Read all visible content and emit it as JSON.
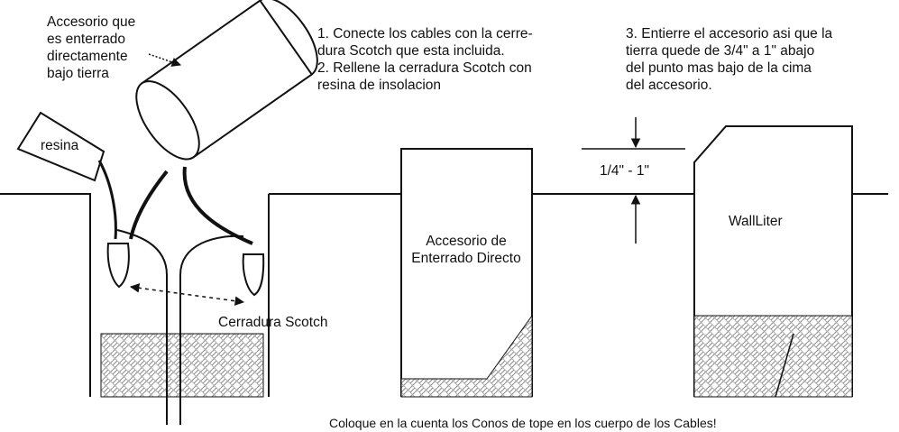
{
  "labels": {
    "fitting": [
      "Accesorio que",
      "es enterrado",
      "directamente",
      "bajo tierra"
    ],
    "resin": "resina",
    "steps_left": [
      "1. Conecte los cables con la cerre-",
      "    dura Scotch que esta incluida.",
      "2. Rellene la cerradura Scotch con",
      "    resina de insolacion"
    ],
    "step3": [
      "3. Entierre el accesorio asi que la",
      "    tierra quede de 3/4\" a 1\" abajo",
      "    del  punto mas bajo de la cima",
      "    del accesorio."
    ],
    "gap": "1/4\" - 1\"",
    "direct_burial": [
      "Accesorio de",
      "Enterrado Directo"
    ],
    "wallliter": "WallLiter",
    "scotch_lock": "Cerradura Scotch",
    "bottom_note": "Coloque en la cuenta los Conos de tope en los cuerpo de los Cables!"
  },
  "colors": {
    "ink": "#111111",
    "hatch": "#9a9a9a"
  }
}
